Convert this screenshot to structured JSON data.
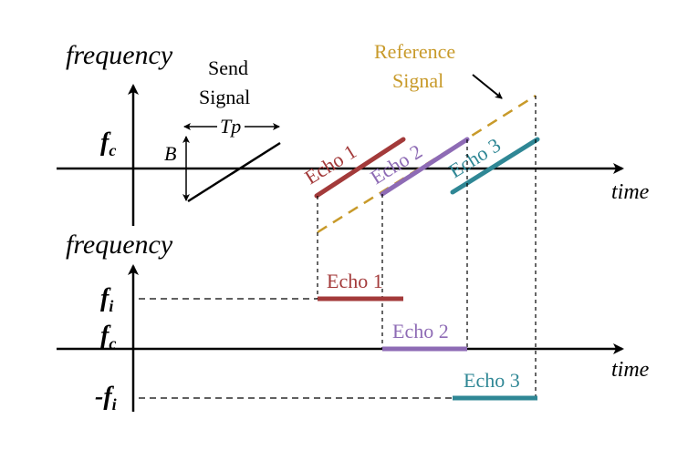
{
  "labels": {
    "frequency_top": "frequency",
    "frequency_bottom": "frequency",
    "time_top": "time",
    "time_bottom": "time",
    "send_signal_line1": "Send",
    "send_signal_line2": "Signal",
    "reference_line1": "Reference",
    "reference_line2": "Signal",
    "tp": "Tp",
    "b": "B",
    "fc_top": "f",
    "fc_top_sub": "c",
    "fi": "f",
    "fi_sub": "i",
    "fc_bottom": "f",
    "fc_bottom_sub": "c",
    "neg_fi": "-f",
    "neg_fi_sub": "i"
  },
  "echoes": [
    {
      "name": "Echo 1",
      "color": "#a33a3a"
    },
    {
      "name": "Echo 2",
      "color": "#8e6bb5"
    },
    {
      "name": "Echo 3",
      "color": "#2f8795"
    }
  ],
  "colors": {
    "axis": "#000000",
    "reference": "#c89a2a",
    "dashed_guides": "#000000"
  }
}
